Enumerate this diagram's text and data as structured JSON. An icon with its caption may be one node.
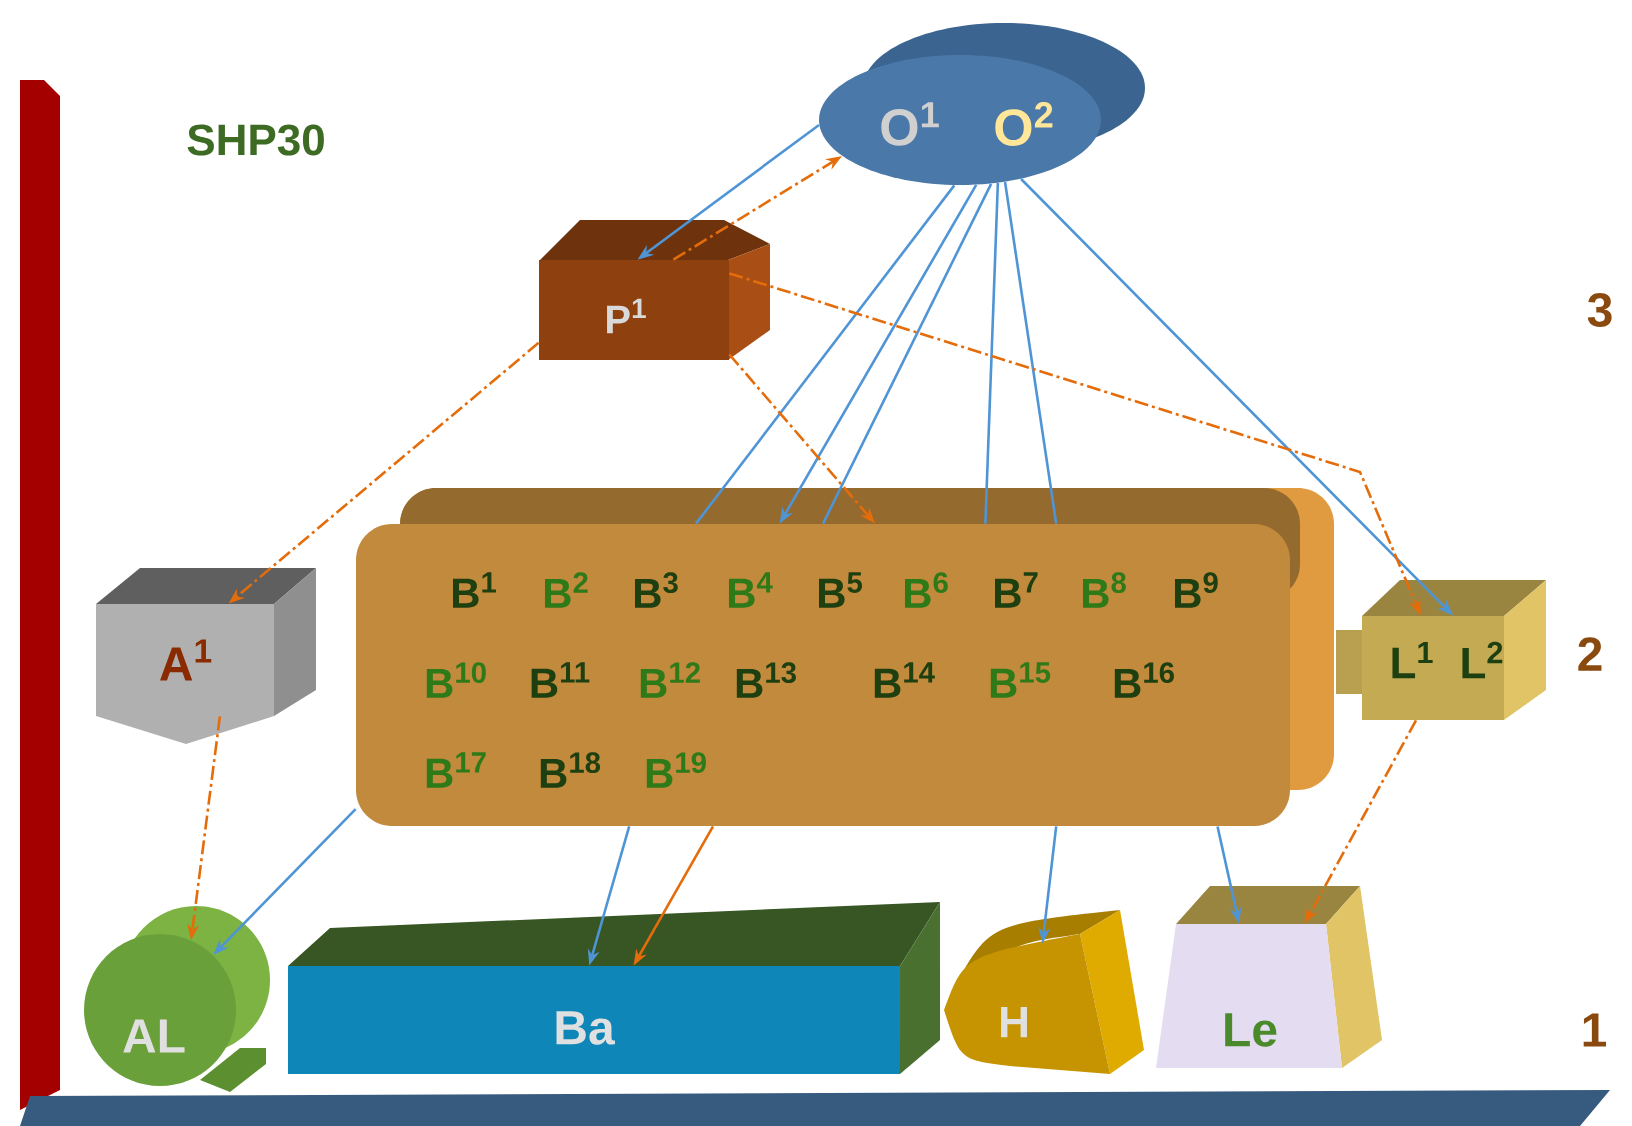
{
  "diagram": {
    "title": "SHP30",
    "nodes": [
      {
        "text": [
          "O$^{1}$",
          "O$^{2}$"
        ]
      },
      {
        "text": [
          "P$^{1}$"
        ]
      },
      {
        "text": [
          "A$^{1}$"
        ]
      },
      {
        "text": [
          "B$^{1}$",
          "B$^{2}$",
          "B$^{3}$",
          "B$^{4}$",
          "B$^{5}$",
          "B$^{6}$",
          "B$^{7}$",
          "B$^{8}$",
          "B$^{9}$",
          "B$^{10}$",
          "B$^{11}$",
          "B$^{12}$",
          "B$^{13}$",
          "B$^{14}$",
          "B$^{15}$",
          "B$^{16}$",
          "B$^{17}$",
          "B$^{18}$",
          "B$^{19}$"
        ]
      },
      {
        "text": [
          "L$^{1}$",
          "L$^{2}$"
        ]
      },
      {
        "text": [
          "AL"
        ]
      },
      {
        "text": [
          "Ba"
        ]
      },
      {
        "text": [
          "H"
        ]
      },
      {
        "text": [
          "Le"
        ]
      }
    ],
    "edges": [
      {
        "from": 0,
        "to": 1,
        "arrow": "to"
      },
      {
        "from": 1,
        "to": 0,
        "arrow": "to",
        "style": "dashed",
        "color": "#e46c0a"
      },
      {
        "from": 0,
        "to": 3,
        "arrow": "none"
      },
      {
        "from": 0,
        "to": 3,
        "arrow": "to"
      },
      {
        "from": 0,
        "to": 3,
        "arrow": "none"
      },
      {
        "from": 0,
        "to": 3,
        "arrow": "none"
      },
      {
        "from": 0,
        "to": 3,
        "arrow": "none"
      },
      {
        "from": 0,
        "to": 4,
        "arrow": "to"
      },
      {
        "from": 1,
        "to": 2,
        "arrow": "to",
        "style": "dashed",
        "color": "#e46c0a"
      },
      {
        "from": 1,
        "to": 3,
        "arrow": "to",
        "style": "dashed",
        "color": "#e46c0a"
      },
      {
        "from": 1,
        "to": 4,
        "arrow": "to",
        "style": "dashed",
        "color": "#e46c0a"
      },
      {
        "from": 2,
        "to": 5,
        "arrow": "to",
        "style": "dashed",
        "color": "#e46c0a"
      },
      {
        "from": 3,
        "to": 5,
        "arrow": "to"
      },
      {
        "from": 3,
        "to": 6,
        "arrow": "to"
      },
      {
        "from": 3,
        "to": 6,
        "arrow": "to",
        "color": "#e46c0a"
      },
      {
        "from": 3,
        "to": 7,
        "arrow": "to"
      },
      {
        "from": 3,
        "to": 8,
        "arrow": "to"
      },
      {
        "from": 4,
        "to": 8,
        "arrow": "to",
        "style": "dashed",
        "color": "#e46c0a"
      }
    ],
    "labels": [
      "3",
      "2",
      "1"
    ]
  }
}
